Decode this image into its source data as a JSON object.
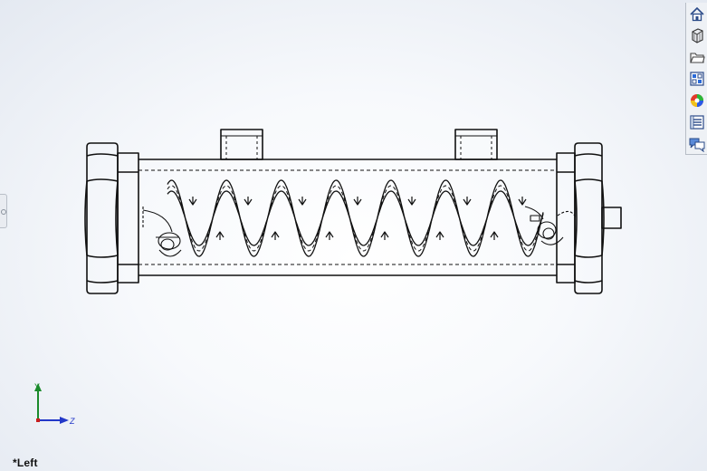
{
  "view": {
    "label": "*Left"
  },
  "triad": {
    "y_label": "Y",
    "z_label": "Z",
    "colors": {
      "y_axis": "#1a8a2a",
      "z_axis": "#2338c8",
      "origin": "#c81e1e"
    }
  },
  "taskpane": {
    "buttons": [
      {
        "icon": "home-icon"
      },
      {
        "icon": "parts-3d-icon"
      },
      {
        "icon": "folder-icon"
      },
      {
        "icon": "view-palette-icon"
      },
      {
        "icon": "appearances-icon"
      },
      {
        "icon": "custom-properties-icon"
      },
      {
        "icon": "forum-icon"
      }
    ]
  },
  "colors": {
    "line": "#111111",
    "hidden_line": "#333333"
  }
}
